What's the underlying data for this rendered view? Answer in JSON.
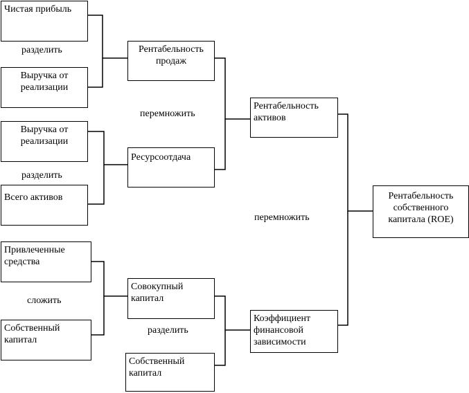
{
  "diagram": {
    "colors": {
      "line": "#000000",
      "text": "#000000",
      "background": "#ffffff"
    },
    "boxes": {
      "net_profit": "Чистая прибыль",
      "revenue_1": "Выручка от\nреализации",
      "revenue_2": "Выручка от\nреализации",
      "total_assets": "Всего активов",
      "borrowed_funds": "Привлеченные\nсредства",
      "equity_1": "Собственный\nкапитал",
      "return_on_sales": "Рентабельность\nпродаж",
      "asset_turnover": "Ресурсоотдача",
      "total_capital": "Совокупный\nкапитал",
      "equity_2": "Собственный\nкапитал",
      "return_on_assets": "Рентабельность\nактивов",
      "leverage_ratio": "Коэффициент\nфинансовой\nзависимости",
      "roe": "Рентабельность\nсобственного\nкапитала (ROE)"
    },
    "operations": {
      "divide_1": "разделить",
      "divide_2": "разделить",
      "add": "сложить",
      "multiply_1": "перемножить",
      "divide_3": "разделить",
      "multiply_2": "перемножить"
    }
  }
}
